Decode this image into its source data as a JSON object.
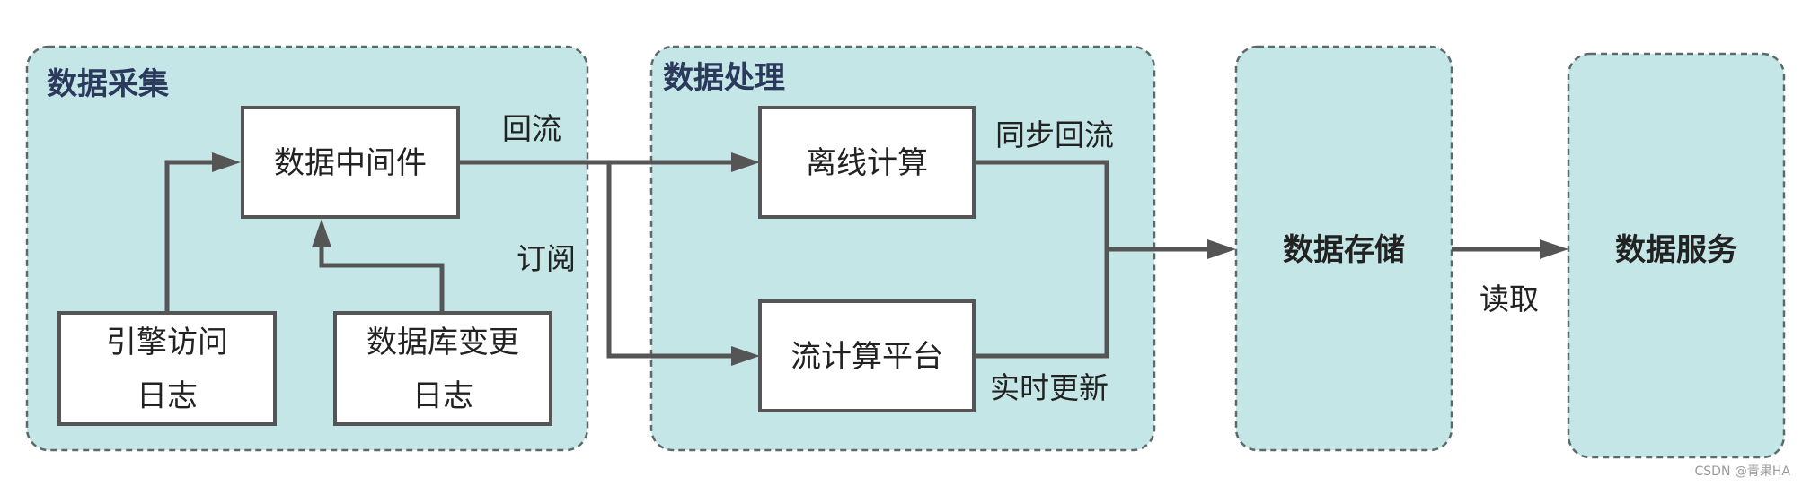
{
  "groups": {
    "collection": "数据采集",
    "processing": "数据处理",
    "storage": "数据存储",
    "service": "数据服务"
  },
  "nodes": {
    "middleware": "数据中间件",
    "engine_log_line1": "引擎访问",
    "engine_log_line2": "日志",
    "db_change_line1": "数据库变更",
    "db_change_line2": "日志",
    "offline": "离线计算",
    "stream": "流计算平台"
  },
  "edges": {
    "backflow": "回流",
    "subscribe": "订阅",
    "sync_backflow": "同步回流",
    "realtime_update": "实时更新",
    "read": "读取"
  },
  "watermark": "CSDN @青果HA",
  "colors": {
    "group_fill": "#c4e6e6",
    "group_border": "#5c6a6a",
    "node_fill": "#ffffff",
    "line": "#555555",
    "title_color": "#2b3a5c"
  }
}
